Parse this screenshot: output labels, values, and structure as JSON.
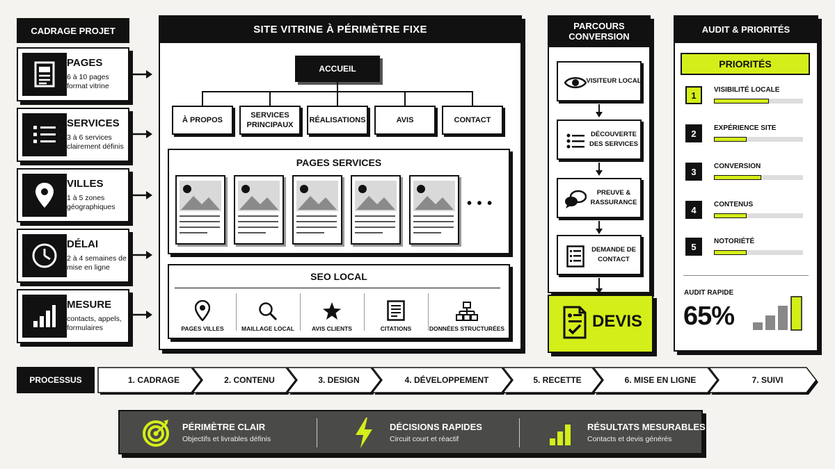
{
  "colors": {
    "accent": "#d4ee19",
    "dark": "#111111",
    "band": "#4a4a48"
  },
  "cadrage": {
    "title": "CADRAGE PROJET",
    "items": [
      {
        "title": "PAGES",
        "sub": "6 à 10 pages format vitrine",
        "icon": "page-icon"
      },
      {
        "title": "SERVICES",
        "sub": "3 à 6 services clairement définis",
        "icon": "list-icon"
      },
      {
        "title": "VILLES",
        "sub": "1 à 5 zones géographiques",
        "icon": "location-pin-icon"
      },
      {
        "title": "DÉLAI",
        "sub": "2 à 4 semaines de mise en ligne",
        "icon": "clock-icon"
      },
      {
        "title": "MESURE",
        "sub": "contacts, appels, formulaires",
        "icon": "bar-chart-icon"
      }
    ]
  },
  "site": {
    "title": "SITE VITRINE À PÉRIMÈTRE FIXE",
    "home": "ACCUEIL",
    "nav": [
      "À PROPOS",
      "SERVICES PRINCIPAUX",
      "RÉALISATIONS",
      "AVIS",
      "CONTACT"
    ],
    "pages_services": {
      "title": "PAGES SERVICES",
      "more": "• • •"
    },
    "seo": {
      "title": "SEO LOCAL",
      "items": [
        {
          "label": "PAGES VILLES",
          "icon": "location-pin-icon"
        },
        {
          "label": "MAILLAGE LOCAL",
          "icon": "search-icon"
        },
        {
          "label": "AVIS CLIENTS",
          "icon": "star-icon"
        },
        {
          "label": "CITATIONS",
          "icon": "document-icon"
        },
        {
          "label": "DONNÉES STRUCTURÉES",
          "icon": "sitemap-icon"
        }
      ]
    }
  },
  "parcours": {
    "title": "PARCOURS CONVERSION",
    "steps": [
      {
        "label": "VISITEUR LOCAL",
        "icon": "eye-icon"
      },
      {
        "label": "DÉCOUVERTE DES SERVICES",
        "icon": "list-icon"
      },
      {
        "label": "PREUVE & RASSURANCE",
        "icon": "chat-icon"
      },
      {
        "label": "DEMANDE DE CONTACT",
        "icon": "form-icon"
      }
    ],
    "final": {
      "label": "DEVIS",
      "icon": "quote-document-icon"
    }
  },
  "audit": {
    "title": "AUDIT & PRIORITÉS",
    "priorities_title": "PRIORITÉS",
    "priorities": [
      {
        "num": "1",
        "label": "VISIBILITÉ LOCALE",
        "level": 0.62
      },
      {
        "num": "2",
        "label": "EXPÉRIENCE SITE",
        "level": 0.37
      },
      {
        "num": "3",
        "label": "CONVERSION",
        "level": 0.53
      },
      {
        "num": "4",
        "label": "CONTENUS",
        "level": 0.37
      },
      {
        "num": "5",
        "label": "NOTORIÉTÉ",
        "level": 0.37
      }
    ],
    "quick_label": "AUDIT RAPIDE",
    "quick_value": "65%"
  },
  "process": {
    "title": "PROCESSUS",
    "steps": [
      "1. CADRAGE",
      "2. CONTENU",
      "3. DESIGN",
      "4. DÉVELOPPEMENT",
      "5. RECETTE",
      "6. MISE EN LIGNE",
      "7. SUIVI"
    ]
  },
  "benefits": [
    {
      "title": "PÉRIMÈTRE CLAIR",
      "sub": "Objectifs et livrables définis",
      "icon": "target-icon"
    },
    {
      "title": "DÉCISIONS RAPIDES",
      "sub": "Circuit court et réactif",
      "icon": "lightning-icon"
    },
    {
      "title": "RÉSULTATS MESURABLES",
      "sub": "Contacts et devis générés",
      "icon": "bar-chart-icon"
    }
  ]
}
